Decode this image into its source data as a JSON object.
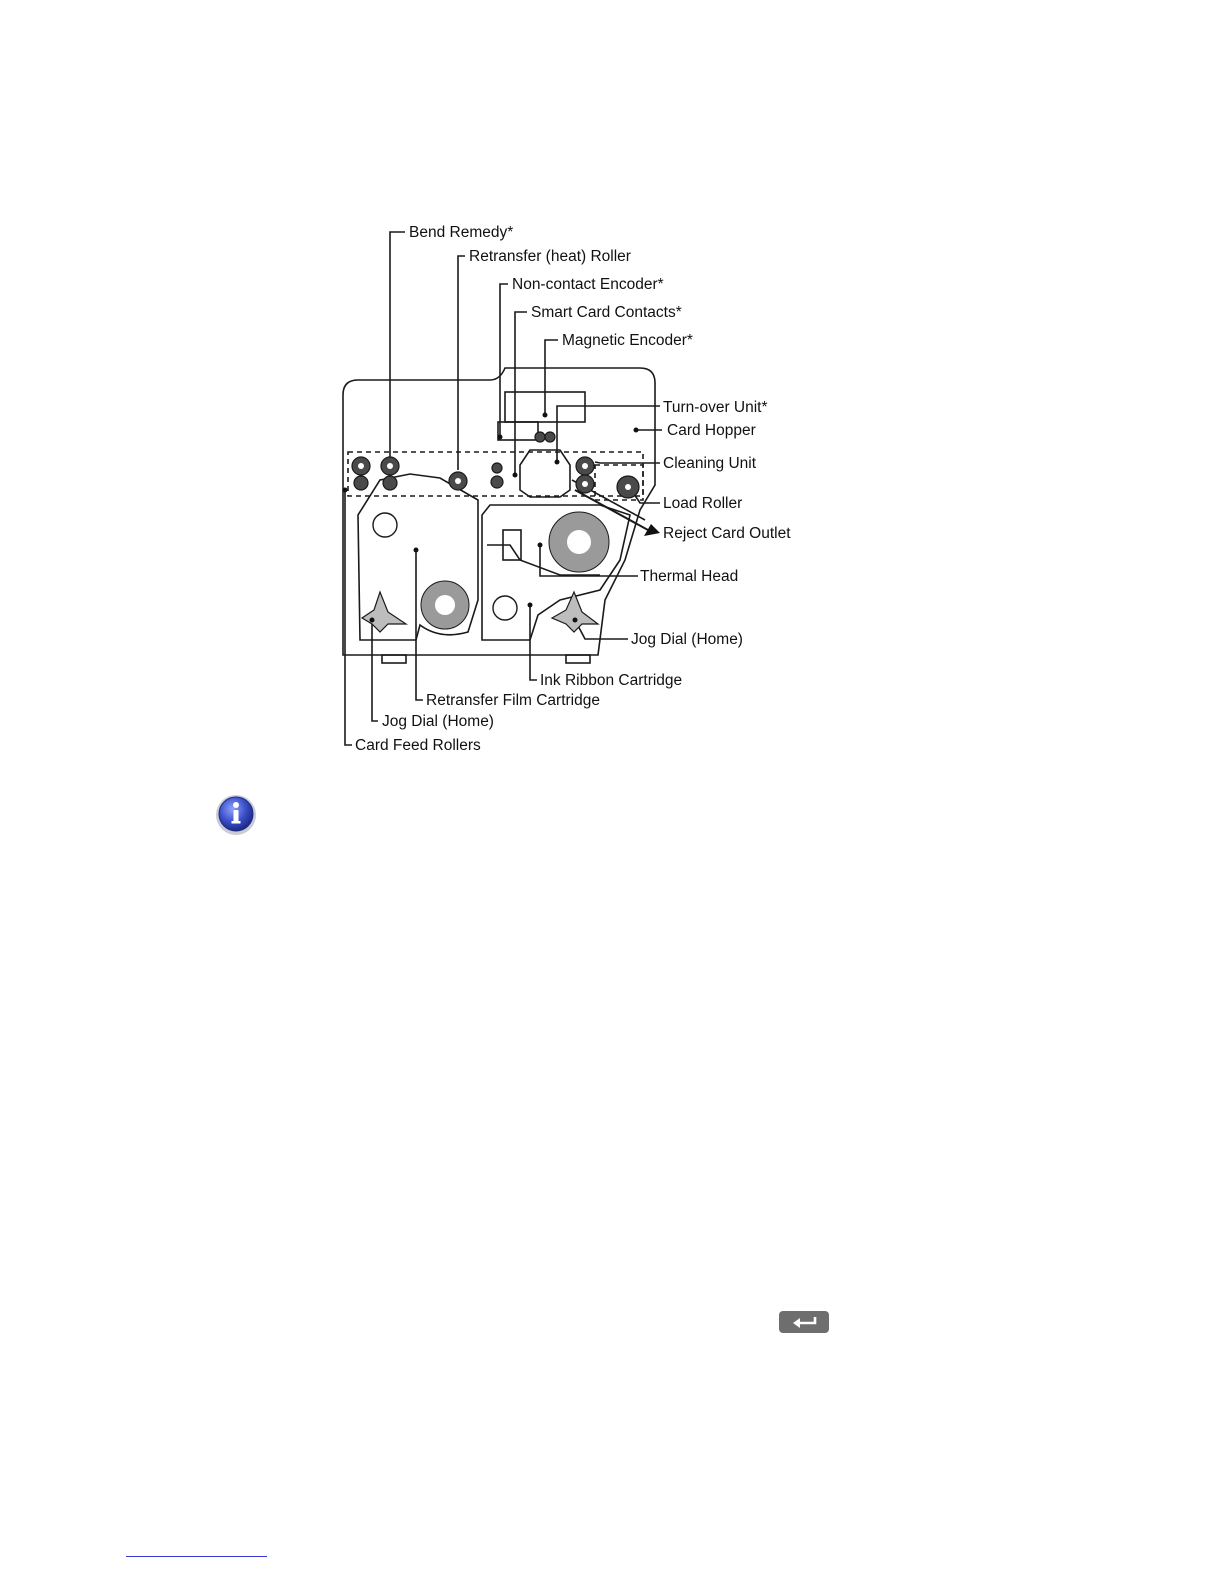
{
  "diagram": {
    "labels": {
      "bend_remedy": "Bend Remedy*",
      "retransfer_heat_roller": "Retransfer (heat) Roller",
      "non_contact_encoder": "Non-contact Encoder*",
      "smart_card_contacts": "Smart Card Contacts*",
      "magnetic_encoder": "Magnetic Encoder*",
      "turn_over_unit": "Turn-over Unit*",
      "card_hopper": "Card Hopper",
      "cleaning_unit": "Cleaning Unit",
      "load_roller": "Load Roller",
      "reject_card_outlet": "Reject Card Outlet",
      "thermal_head": "Thermal Head",
      "jog_dial_home_right": "Jog Dial (Home)",
      "ink_ribbon_cartridge": "Ink Ribbon Cartridge",
      "retransfer_film_cartridge": "Retransfer Film Cartridge",
      "jog_dial_home_left": "Jog Dial (Home)",
      "card_feed_rollers": "Card Feed Rollers"
    }
  },
  "icons": {
    "note": "info-icon",
    "key": "return-key-icon",
    "accent": "#3a4fc8"
  }
}
